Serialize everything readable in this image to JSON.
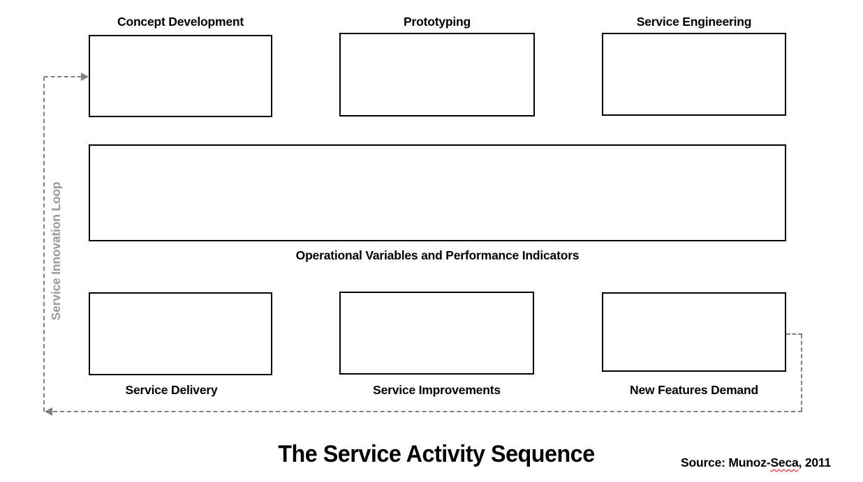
{
  "diagram": {
    "title": "The Service Activity Sequence",
    "source": {
      "prefix": "Source: Munoz-",
      "flagged_word": "Seca",
      "suffix": ", 2011"
    },
    "loop_label": "Service Innovation Loop",
    "top_row": [
      {
        "label": "Concept Development"
      },
      {
        "label": "Prototyping"
      },
      {
        "label": "Service Engineering"
      }
    ],
    "middle": {
      "label": "Operational Variables and Performance Indicators"
    },
    "bottom_row": [
      {
        "label": "Service Delivery"
      },
      {
        "label": "Service Improvements"
      },
      {
        "label": "New Features Demand"
      }
    ],
    "colors": {
      "background": "#ffffff",
      "box_border": "#000000",
      "label_text": "#000000",
      "loop_line": "#808080",
      "loop_label_text": "#999999",
      "spellcheck_underline": "#ff0000"
    }
  }
}
